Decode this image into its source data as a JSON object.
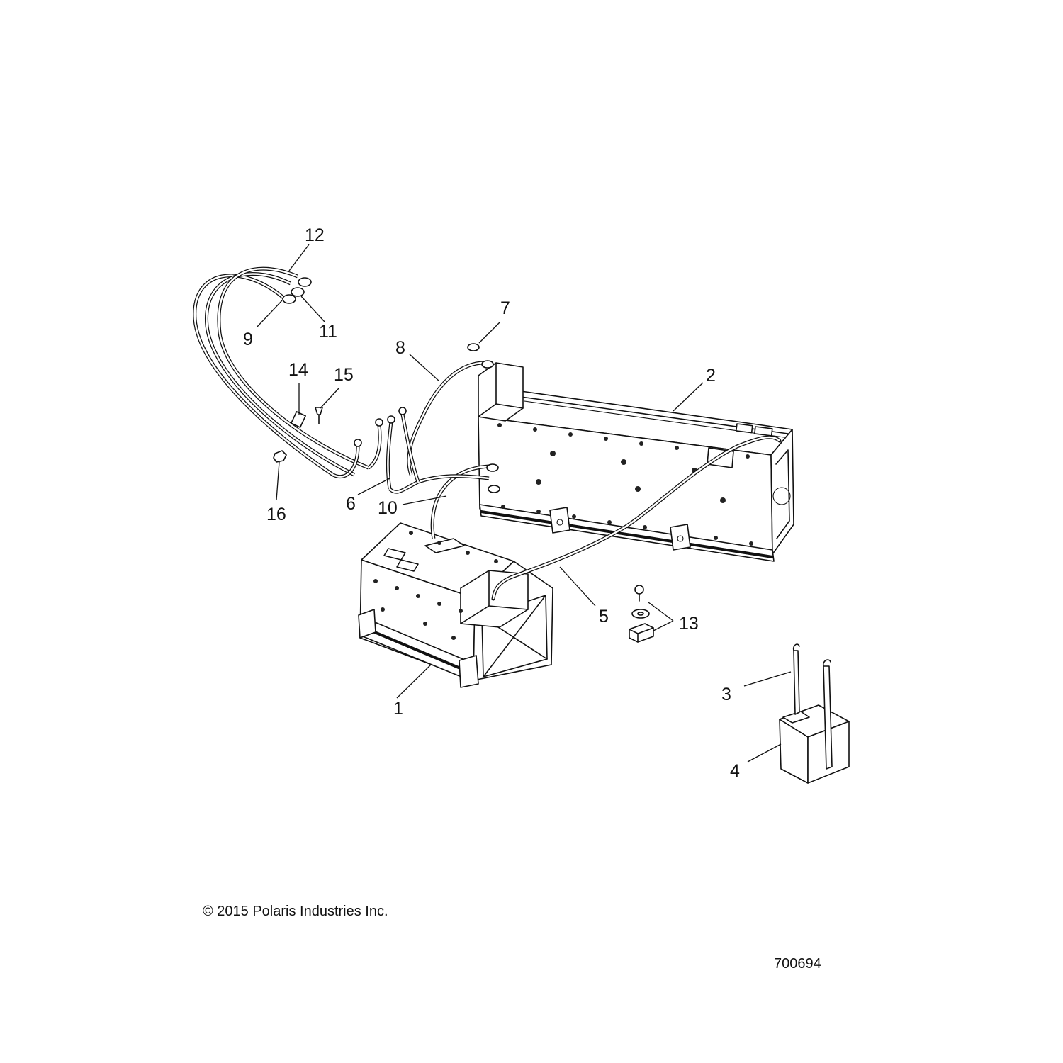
{
  "callouts": {
    "c1": "1",
    "c2": "2",
    "c3": "3",
    "c4": "4",
    "c5": "5",
    "c6": "6",
    "c7": "7",
    "c8": "8",
    "c9": "9",
    "c10": "10",
    "c11": "11",
    "c12": "12",
    "c13": "13",
    "c14": "14",
    "c15": "15",
    "c16": "16"
  },
  "footer": {
    "copyright": "© 2015 Polaris Industries Inc.",
    "figure_number": "700694"
  }
}
